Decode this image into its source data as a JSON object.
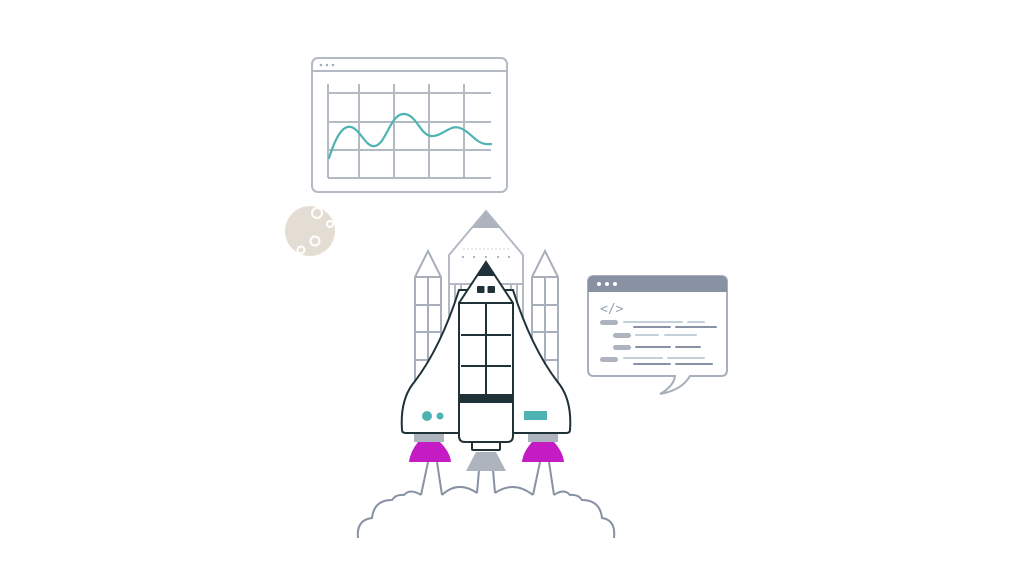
{
  "illustration": {
    "subject": "rocket-launch",
    "background": "#ffffff",
    "colors": {
      "outline_light": "#a7afbb",
      "outline_dark": "#1f3238",
      "teal": "#4fb3b3",
      "magenta": "#c41bc4",
      "gray_fill": "#aeb4be",
      "moon": "#e4ddd3",
      "code_bar": "#8892a3"
    },
    "chart_window": {
      "title_dots": 3
    },
    "code_window": {
      "code_symbol": "</>",
      "title_dots": 3
    }
  }
}
